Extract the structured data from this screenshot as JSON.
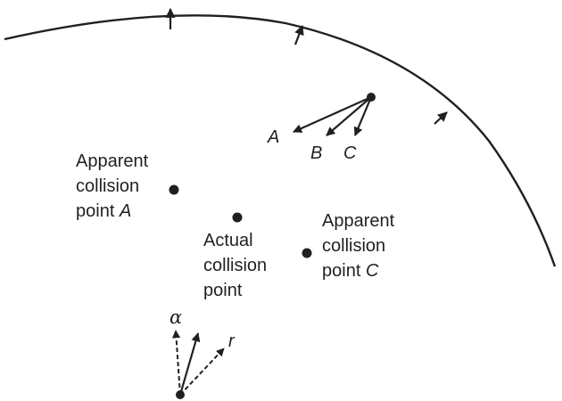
{
  "labels": {
    "apparent_a": [
      "Apparent",
      "collision",
      "point",
      "A"
    ],
    "actual": [
      "Actual",
      "collision",
      "point"
    ],
    "apparent_c": [
      "Apparent",
      "collision",
      "point",
      "C"
    ],
    "vector_a": "A",
    "vector_b": "B",
    "vector_c": "C",
    "alpha": "α",
    "r": "r"
  },
  "colors": {
    "ink": "#231f20",
    "background": "#ffffff"
  }
}
